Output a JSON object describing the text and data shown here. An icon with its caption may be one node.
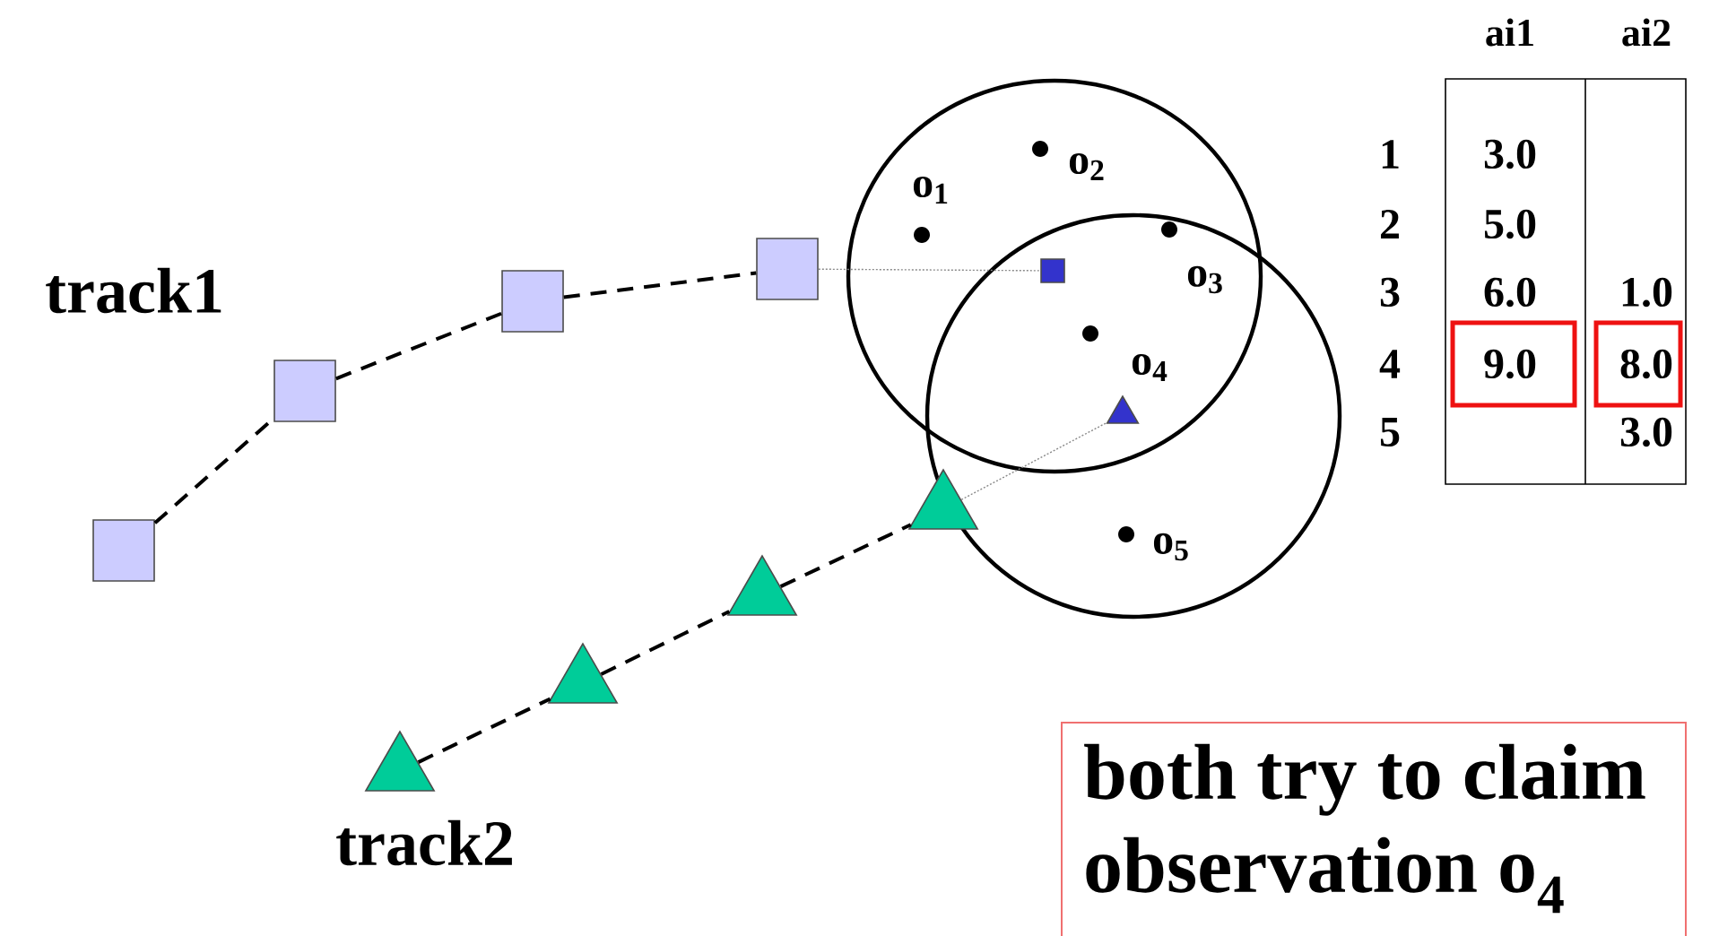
{
  "diagram": {
    "nodes": [
      {
        "text": [],
        "shape": "box"
      },
      {
        "text": [],
        "shape": "box"
      },
      {
        "text": [],
        "shape": "box"
      },
      {
        "text": [],
        "shape": "box"
      },
      {
        "text": [],
        "shape": "box"
      },
      {
        "text": [],
        "shape": "triangle"
      },
      {
        "text": [],
        "shape": "triangle"
      },
      {
        "text": [],
        "shape": "triangle"
      },
      {
        "text": [],
        "shape": "triangle"
      },
      {
        "text": [],
        "shape": "triangle"
      },
      {
        "text": [],
        "shape": "circle",
        "beside": [
          "o$_{1}$"
        ]
      },
      {
        "text": [],
        "shape": "circle",
        "beside": [
          "o$_{2}$"
        ]
      },
      {
        "text": [],
        "shape": "circle",
        "beside": [
          "o$_{3}$"
        ]
      },
      {
        "text": [],
        "shape": "circle",
        "beside": [
          "o$_{4}$"
        ]
      },
      {
        "text": [],
        "shape": "circle",
        "beside": [
          "o$_{5}$"
        ]
      },
      {
        "text": [
          "both try to claim observation o$_{4}$"
        ]
      }
    ],
    "edges": [
      {
        "from": 0,
        "to": 1,
        "arrow": "none",
        "style": "dashed"
      },
      {
        "from": 1,
        "to": 2,
        "arrow": "none",
        "style": "dashed"
      },
      {
        "from": 2,
        "to": 3,
        "arrow": "none",
        "style": "dashed"
      },
      {
        "from": 3,
        "to": 4,
        "arrow": "none",
        "color": "#888888"
      },
      {
        "from": 5,
        "to": 6,
        "arrow": "none",
        "style": "dashed"
      },
      {
        "from": 6,
        "to": 7,
        "arrow": "none",
        "style": "dashed"
      },
      {
        "from": 7,
        "to": 8,
        "arrow": "none",
        "style": "dashed"
      },
      {
        "from": 8,
        "to": 9,
        "arrow": "none",
        "color": "#888888"
      }
    ],
    "labels": [
      "track1",
      "track2",
      "ai1",
      "ai2",
      "1",
      "3.0",
      "2",
      "5.0",
      "3",
      "6.0",
      "1.0",
      "4",
      "9.0",
      "8.0",
      "5",
      "3.0"
    ]
  }
}
